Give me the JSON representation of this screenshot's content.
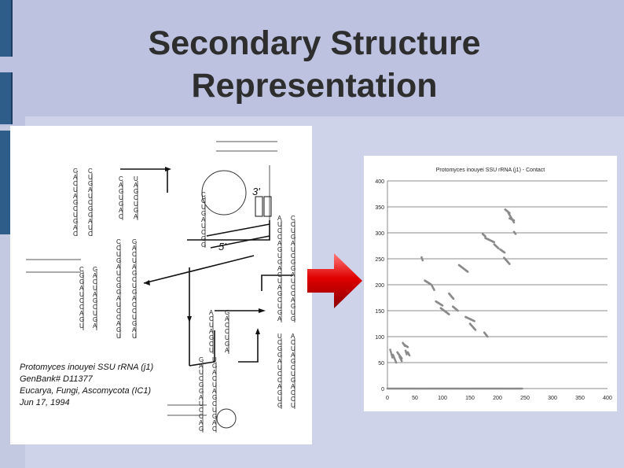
{
  "slide": {
    "title_line1": "Secondary Structure",
    "title_line2": "Representation"
  },
  "colors": {
    "background": "#c4c9e2",
    "edge_tab": "#2f5d8a",
    "arrow": "#e01010",
    "points": "#8a8a8a"
  },
  "diagram": {
    "prime3": "3'",
    "prime5": "5'",
    "caption": {
      "line1": "Protomyces inouyei SSU rRNA (j1)",
      "line2": "GenBank# D11377",
      "line3": "Eucarya, Fungi, Ascomycota (IC1)",
      "line4": "Jun 17, 1994"
    }
  },
  "chart_data": {
    "type": "scatter",
    "title": "Protomyces inouyei SSU rRNA (j1) - Contact",
    "xlim": [
      0,
      400
    ],
    "ylim": [
      0,
      400
    ],
    "xticks": [
      "0",
      "50",
      "100",
      "150",
      "200",
      "250",
      "300",
      "350",
      "400"
    ],
    "yticks": [
      "0",
      "50",
      "100",
      "150",
      "200",
      "250",
      "300",
      "350",
      "400"
    ],
    "grid": "horizontal",
    "segments": [
      {
        "x0": 5,
        "x1": 9,
        "y0": 75,
        "y1": 60
      },
      {
        "x0": 10,
        "x1": 16,
        "y0": 65,
        "y1": 50
      },
      {
        "x0": 18,
        "x1": 26,
        "y0": 70,
        "y1": 58
      },
      {
        "x0": 22,
        "x1": 26,
        "y0": 62,
        "y1": 53
      },
      {
        "x0": 28,
        "x1": 32,
        "y0": 88,
        "y1": 82
      },
      {
        "x0": 31,
        "x1": 37,
        "y0": 84,
        "y1": 80
      },
      {
        "x0": 33,
        "x1": 35,
        "y0": 73,
        "y1": 66
      },
      {
        "x0": 37,
        "x1": 40,
        "y0": 70,
        "y1": 64
      },
      {
        "x0": 62,
        "x1": 64,
        "y0": 253,
        "y1": 247
      },
      {
        "x0": 68,
        "x1": 80,
        "y0": 208,
        "y1": 200
      },
      {
        "x0": 81,
        "x1": 85,
        "y0": 198,
        "y1": 190
      },
      {
        "x0": 88,
        "x1": 100,
        "y0": 168,
        "y1": 160
      },
      {
        "x0": 97,
        "x1": 112,
        "y0": 155,
        "y1": 143
      },
      {
        "x0": 112,
        "x1": 120,
        "y0": 183,
        "y1": 173
      },
      {
        "x0": 119,
        "x1": 128,
        "y0": 158,
        "y1": 150
      },
      {
        "x0": 130,
        "x1": 146,
        "y0": 238,
        "y1": 225
      },
      {
        "x0": 142,
        "x1": 158,
        "y0": 138,
        "y1": 130
      },
      {
        "x0": 150,
        "x1": 160,
        "y0": 125,
        "y1": 113
      },
      {
        "x0": 176,
        "x1": 182,
        "y0": 108,
        "y1": 100
      },
      {
        "x0": 173,
        "x1": 178,
        "y0": 298,
        "y1": 293
      },
      {
        "x0": 178,
        "x1": 194,
        "y0": 290,
        "y1": 282
      },
      {
        "x0": 194,
        "x1": 202,
        "y0": 278,
        "y1": 270
      },
      {
        "x0": 205,
        "x1": 213,
        "y0": 268,
        "y1": 262
      },
      {
        "x0": 212,
        "x1": 222,
        "y0": 252,
        "y1": 240
      },
      {
        "x0": 214,
        "x1": 222,
        "y0": 345,
        "y1": 338
      },
      {
        "x0": 220,
        "x1": 230,
        "y0": 338,
        "y1": 320
      },
      {
        "x0": 222,
        "x1": 230,
        "y0": 328,
        "y1": 324
      },
      {
        "x0": 230,
        "x1": 233,
        "y0": 302,
        "y1": 298
      }
    ],
    "baseline": {
      "y": 0,
      "x0": 0,
      "x1": 245
    }
  }
}
